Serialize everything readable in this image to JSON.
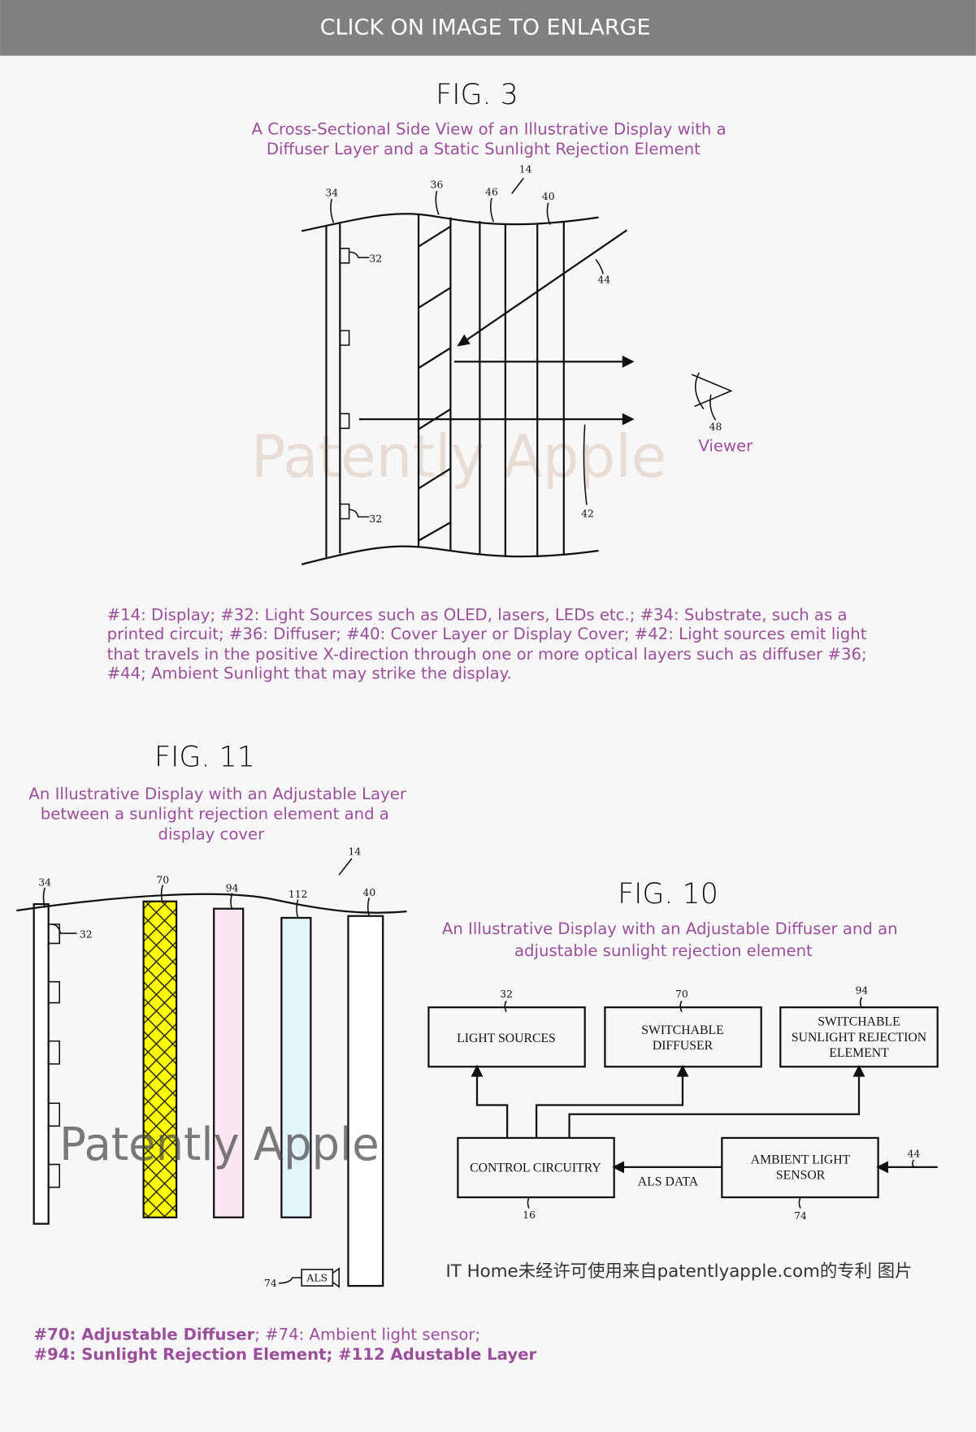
{
  "header": {
    "text": "CLICK ON IMAGE TO ENLARGE",
    "bg": "#808080"
  },
  "fig3": {
    "title": "FIG. 3",
    "subtitle": [
      "A Cross-Sectional Side View of an Illustrative Display with a",
      "Diffuser Layer and a Static Sunlight Rejection Element"
    ],
    "labels": {
      "n34": "34",
      "n36": "36",
      "n46": "46",
      "n14": "14",
      "n40": "40",
      "n44": "44",
      "n32a": "32",
      "n32b": "32",
      "n42": "42",
      "n48": "48"
    },
    "viewer": "Viewer",
    "watermark": "Patently Apple",
    "description": [
      "#14: Display; #32: Light Sources such as OLED, lasers, LEDs etc.; #34: Substrate, such as a",
      "printed circuit; #36: Diffuser; #40: Cover Layer or Display Cover; #42: Light sources emit light",
      "that travels in the positive X-direction through one or more optical layers such as diffuser #36;",
      "#44; Ambient Sunlight that may strike the display."
    ]
  },
  "fig11": {
    "title": "FIG. 11",
    "subtitle": [
      "An Illustrative Display with an Adjustable Layer",
      "between a sunlight rejection element and a",
      "display cover"
    ],
    "labels": {
      "n34": "34",
      "n70": "70",
      "n94": "94",
      "n112": "112",
      "n40": "40",
      "n14": "14",
      "n32": "32",
      "n74": "74",
      "als": "ALS"
    },
    "watermark": "Patently Apple"
  },
  "fig10": {
    "title": "FIG. 10",
    "subtitle": [
      "An Illustrative Display  with an Adjustable Diffuser and an",
      "adjustable sunlight rejection element"
    ],
    "boxes": {
      "light_sources": [
        "LIGHT SOURCES"
      ],
      "switchable_diffuser": [
        "SWITCHABLE",
        "DIFFUSER"
      ],
      "sunlight_rejection": [
        "SWITCHABLE",
        "SUNLIGHT REJECTION",
        "ELEMENT"
      ],
      "control": [
        "CONTROL CIRCUITRY"
      ],
      "als": [
        "AMBIENT LIGHT",
        "SENSOR"
      ]
    },
    "als_data": "ALS DATA",
    "labels": {
      "n32": "32",
      "n70": "70",
      "n94": "94",
      "n16": "16",
      "n74": "74",
      "n44": "44"
    }
  },
  "credit": "IT Home未经许可使用来自patentlyapple.com的专利 图片",
  "notes": {
    "line1_bold": "#70: Adjustable Diffuser",
    "line1_rest": "; #74: Ambient light sensor;",
    "line2_bold": "#94: Sunlight Rejection Element; #112 Adustable Layer"
  },
  "colors": {
    "purple": "#9b4f9b",
    "yellow": "#ffff00",
    "pink": "#fce6f2",
    "blue": "#e3f3fa"
  }
}
